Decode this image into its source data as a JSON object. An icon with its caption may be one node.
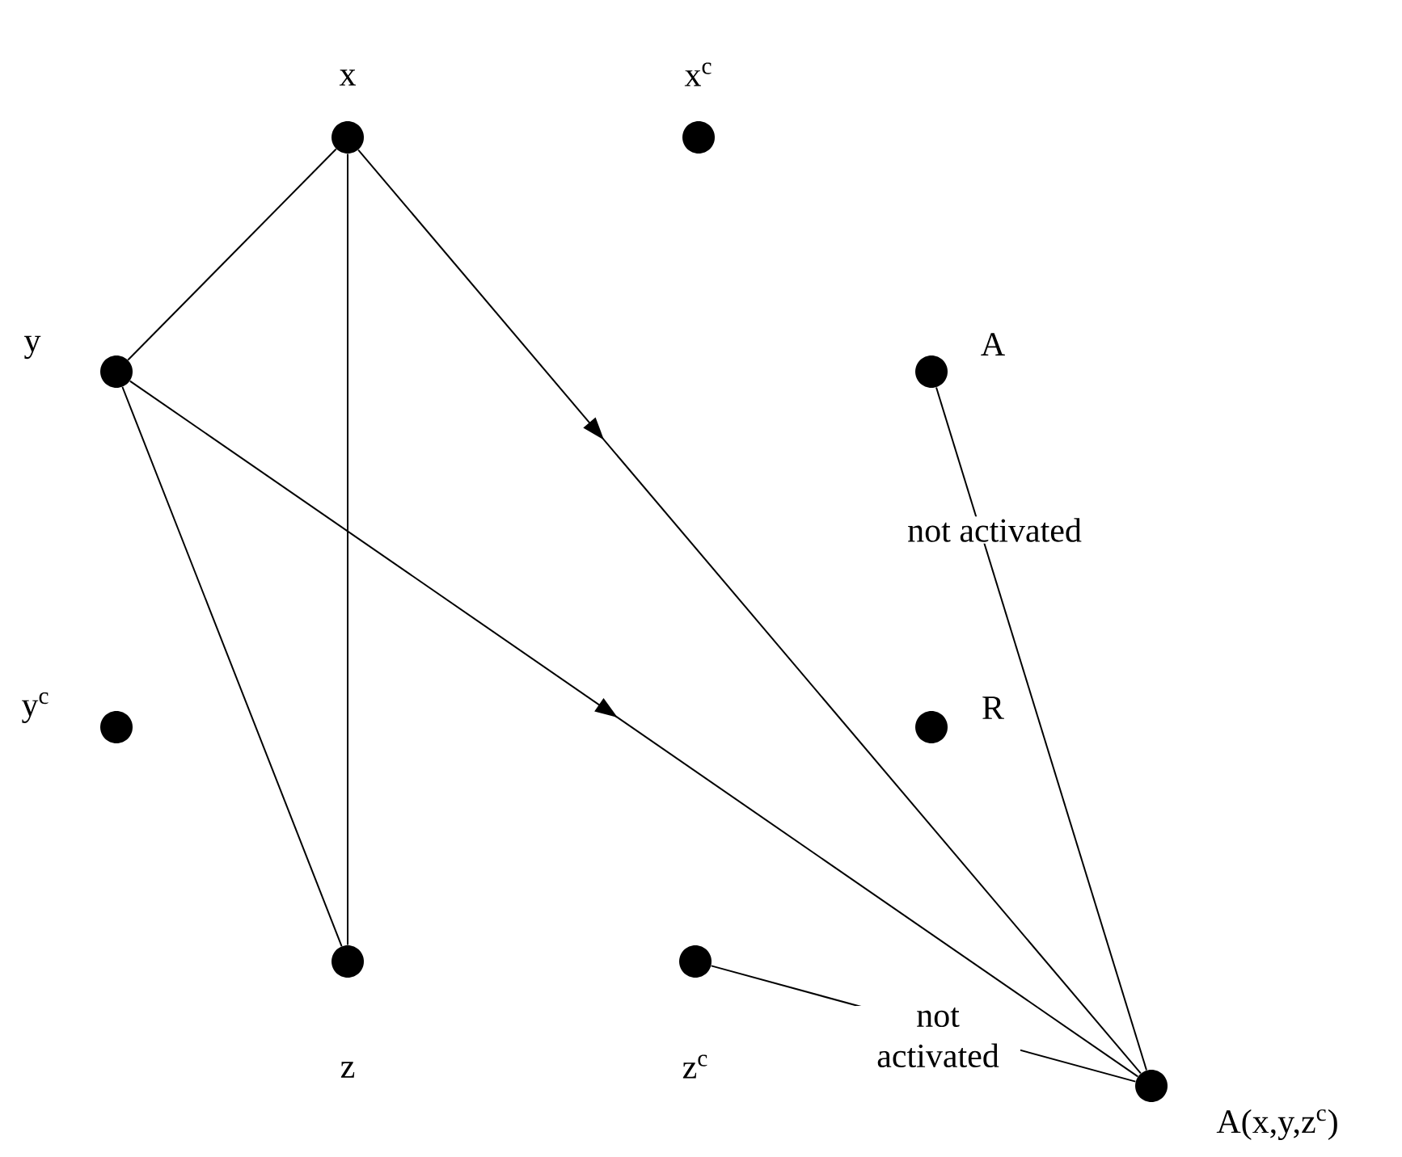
{
  "diagram": {
    "nodes": [
      {
        "text": [
          "x"
        ]
      },
      {
        "text": [
          "x$^{c}$"
        ]
      },
      {
        "text": [
          "y"
        ]
      },
      {
        "text": [
          "A"
        ]
      },
      {
        "text": [
          "y$^{c}$"
        ]
      },
      {
        "text": [
          "R"
        ]
      },
      {
        "text": [
          "z"
        ]
      },
      {
        "text": [
          "z$^{c}$"
        ]
      },
      {
        "text": [
          "A(x,y,z$^{c}$)"
        ]
      }
    ],
    "edges": [
      {
        "from": 0,
        "to": 2,
        "arrow": "none"
      },
      {
        "from": 0,
        "to": 6,
        "arrow": "none"
      },
      {
        "from": 0,
        "to": 8,
        "arrow": "to"
      },
      {
        "from": 2,
        "to": 6,
        "arrow": "none"
      },
      {
        "from": 2,
        "to": 8,
        "arrow": "to"
      },
      {
        "from": 3,
        "to": 8,
        "arrow": "none",
        "label": "not activated"
      },
      {
        "from": 7,
        "to": 8,
        "arrow": "none",
        "label": "not activated"
      }
    ]
  }
}
